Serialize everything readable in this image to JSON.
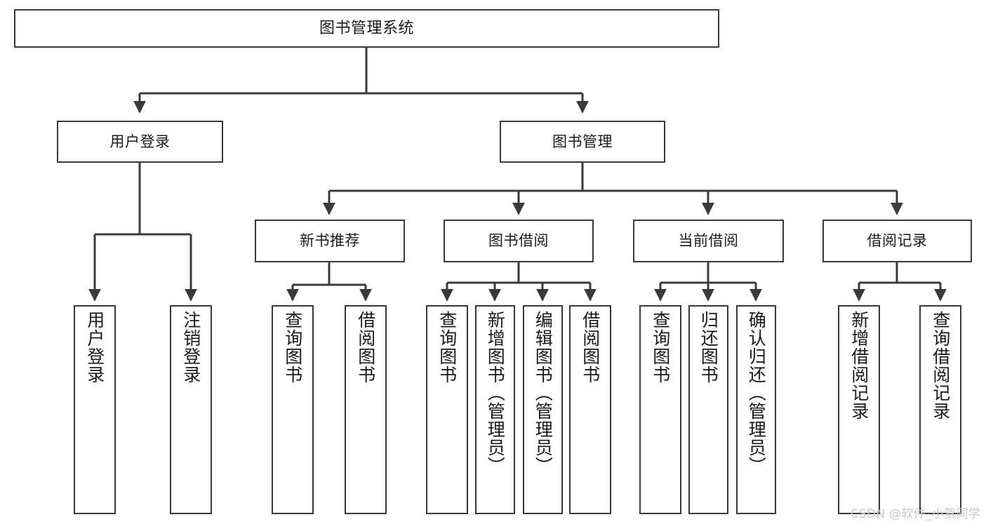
{
  "diagram": {
    "type": "tree-hierarchy",
    "title": "图书管理系统",
    "root": {
      "label": "图书管理系统"
    },
    "level2": [
      {
        "label": "用户登录"
      },
      {
        "label": "图书管理"
      }
    ],
    "level3": [
      {
        "label": "新书推荐"
      },
      {
        "label": "图书借阅"
      },
      {
        "label": "当前借阅"
      },
      {
        "label": "借阅记录"
      }
    ],
    "leaves": {
      "user_login": [
        {
          "label": "用户登录"
        },
        {
          "label": "注销登录"
        }
      ],
      "new_book_recommend": [
        {
          "label": "查询图书"
        },
        {
          "label": "借阅图书"
        }
      ],
      "book_borrow": [
        {
          "label": "查询图书"
        },
        {
          "label": "新增图书（管理员）"
        },
        {
          "label": "编辑图书（管理员）"
        },
        {
          "label": "借阅图书"
        }
      ],
      "current_borrow": [
        {
          "label": "查询图书"
        },
        {
          "label": "归还图书"
        },
        {
          "label": "确认归还（管理员）"
        }
      ],
      "borrow_record": [
        {
          "label": "新增借阅记录"
        },
        {
          "label": "查询借阅记录"
        }
      ]
    }
  },
  "watermark": {
    "text": "CSDN @软件_小贺同学"
  },
  "colors": {
    "box_border": "#3a3a3a",
    "background": "#ffffff",
    "text": "#1a1a1a",
    "watermark": "#c9c9c9"
  }
}
